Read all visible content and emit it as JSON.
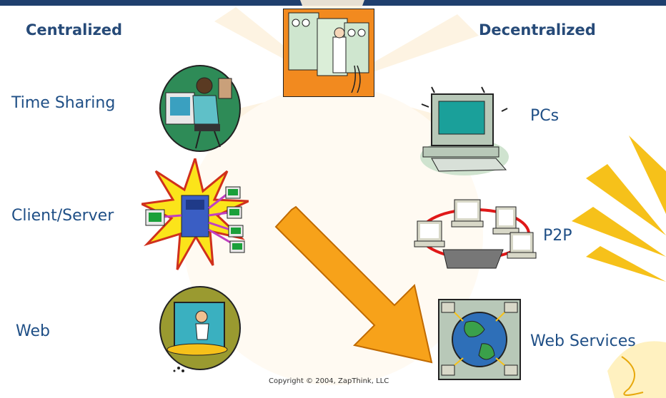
{
  "headings": {
    "left": "Centralized",
    "right": "Decentralized"
  },
  "centralized_items": [
    {
      "label": "Time Sharing",
      "icon": "time-sharing-user-icon"
    },
    {
      "label": "Client/Server",
      "icon": "client-server-network-icon"
    },
    {
      "label": "Web",
      "icon": "web-surfer-icon"
    }
  ],
  "decentralized_items": [
    {
      "label": "PCs",
      "icon": "personal-computer-icon"
    },
    {
      "label": "P2P",
      "icon": "p2p-network-icon"
    },
    {
      "label": "Web Services",
      "icon": "globe-network-icon"
    }
  ],
  "center_icon": "mainframe-computer-icon",
  "arrow_icon": "orange-arrow-icon",
  "copyright": "Copyright © 2004, ZapThink, LLC",
  "colors": {
    "heading": "#264a78",
    "label": "#1f4f86",
    "top_bar": "#1f3f6e",
    "arrow": "#f7a21a",
    "sun": "#f6c11a"
  }
}
